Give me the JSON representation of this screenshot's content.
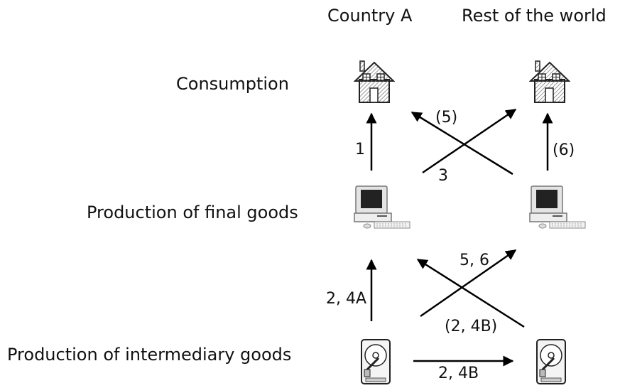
{
  "columns": {
    "country_a": "Country A",
    "rest_of_world": "Rest of the world"
  },
  "rows": {
    "consumption": "Consumption",
    "final_goods": "Production of final goods",
    "intermediary_goods": "Production of intermediary goods"
  },
  "flows": {
    "a_final_to_consumption": "1",
    "row_final_to_a_consumption": "(5)",
    "a_final_to_row_consumption": "3",
    "row_final_to_consumption": "(6)",
    "a_intermediary_to_final": "2, 4A",
    "a_intermediary_to_row_final": "5, 6",
    "row_intermediary_to_a_final": "(2, 4B)",
    "a_intermediary_to_row_intermediary": "2, 4B"
  },
  "icons": {
    "consumption": "house-icon",
    "final_goods": "computer-icon",
    "intermediary_goods": "hard-drive-icon"
  }
}
